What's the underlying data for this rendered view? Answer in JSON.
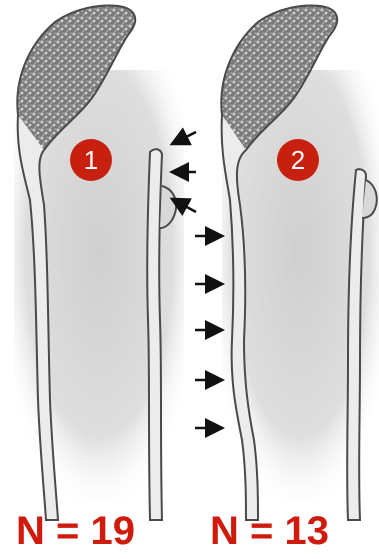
{
  "panels": [
    {
      "id": "1",
      "count_label": "N = 19"
    },
    {
      "id": "2",
      "count_label": "N = 13"
    }
  ],
  "colors": {
    "accent": "#d01a0c",
    "badge_fill": "#c8200e",
    "bone_outline": "#4a4a4a",
    "bone_fill": "#ececec",
    "soft_tissue": "#dcdcdc",
    "arrow": "#111111"
  },
  "icons": {
    "badge": "numbered-circle",
    "arrow": "right-arrow"
  }
}
